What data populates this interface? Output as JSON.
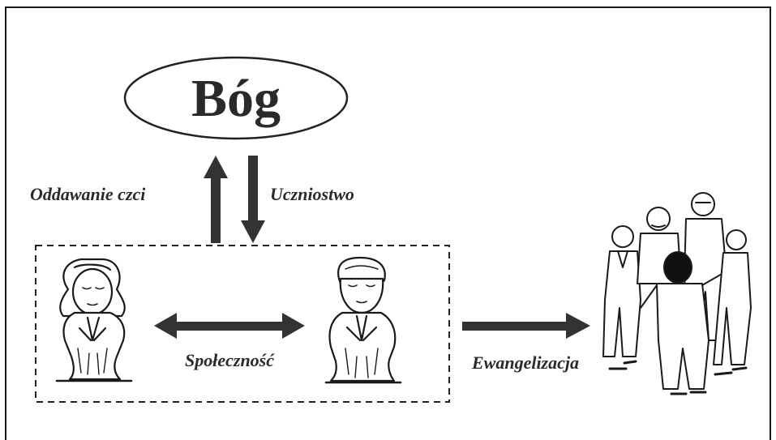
{
  "diagram": {
    "god_label": "Bóg",
    "worship_label": "Oddawanie czci",
    "discipleship_label": "Uczniostwo",
    "fellowship_label": "Społeczność",
    "evangelism_label": "Ewangelizacja"
  },
  "icons": {
    "praying_woman": "praying-woman-icon",
    "praying_man": "praying-man-icon",
    "group_of_people": "group-of-people-icon"
  },
  "colors": {
    "ink": "#2a2a2a",
    "background": "#ffffff"
  }
}
